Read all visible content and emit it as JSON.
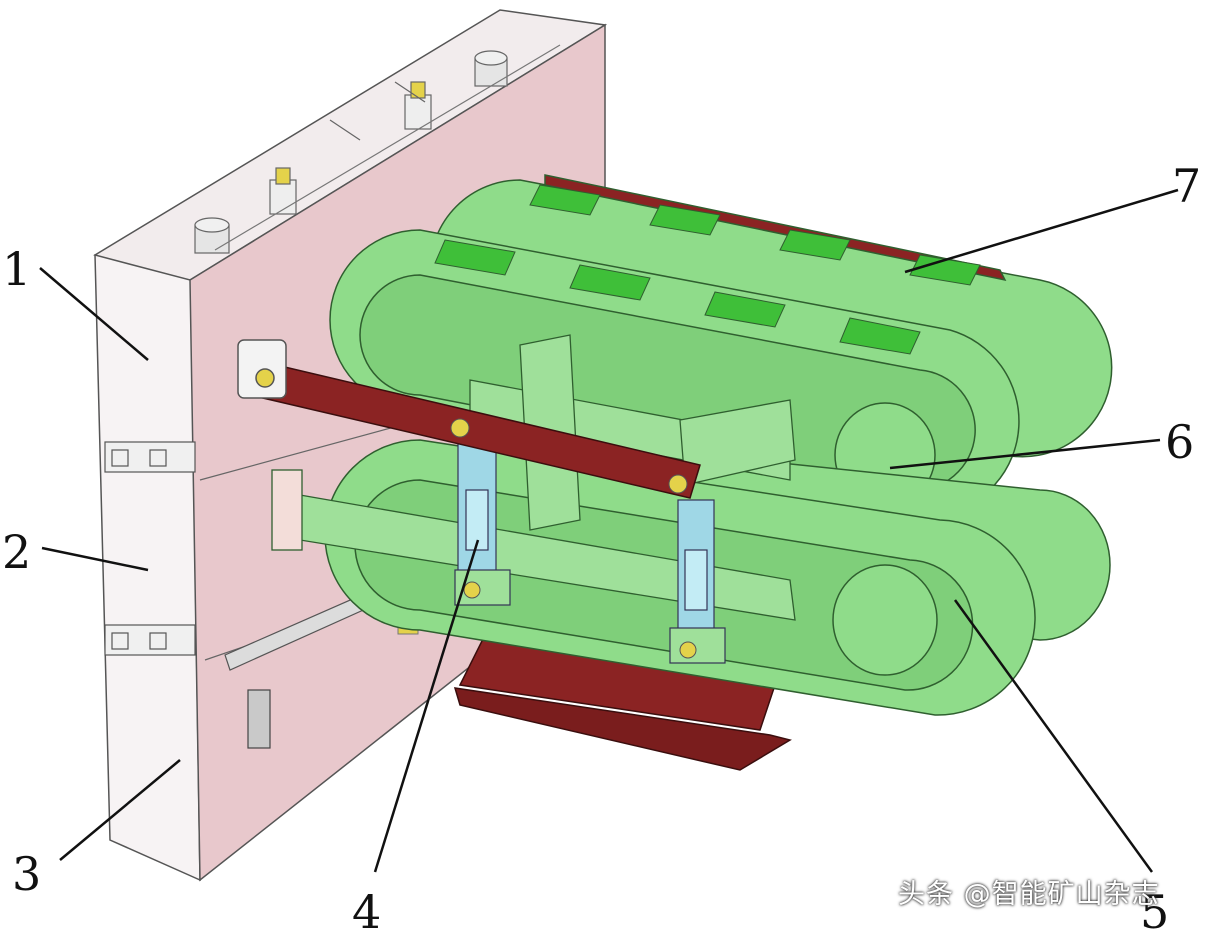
{
  "labels": {
    "n1": "1",
    "n2": "2",
    "n3": "3",
    "n4": "4",
    "n5": "5",
    "n6": "6",
    "n7": "7"
  },
  "watermark": "头条 @智能矿山杂志",
  "colors": {
    "wall": "#e8c8cc",
    "wall_side": "#f6f1f2",
    "track": "#8fdc8a",
    "track_dark": "#59c45a",
    "track_pad": "#3fbf39",
    "beam": "#8b2323",
    "cylinder": "#9fd7e6",
    "bolt": "#e4d24a"
  }
}
